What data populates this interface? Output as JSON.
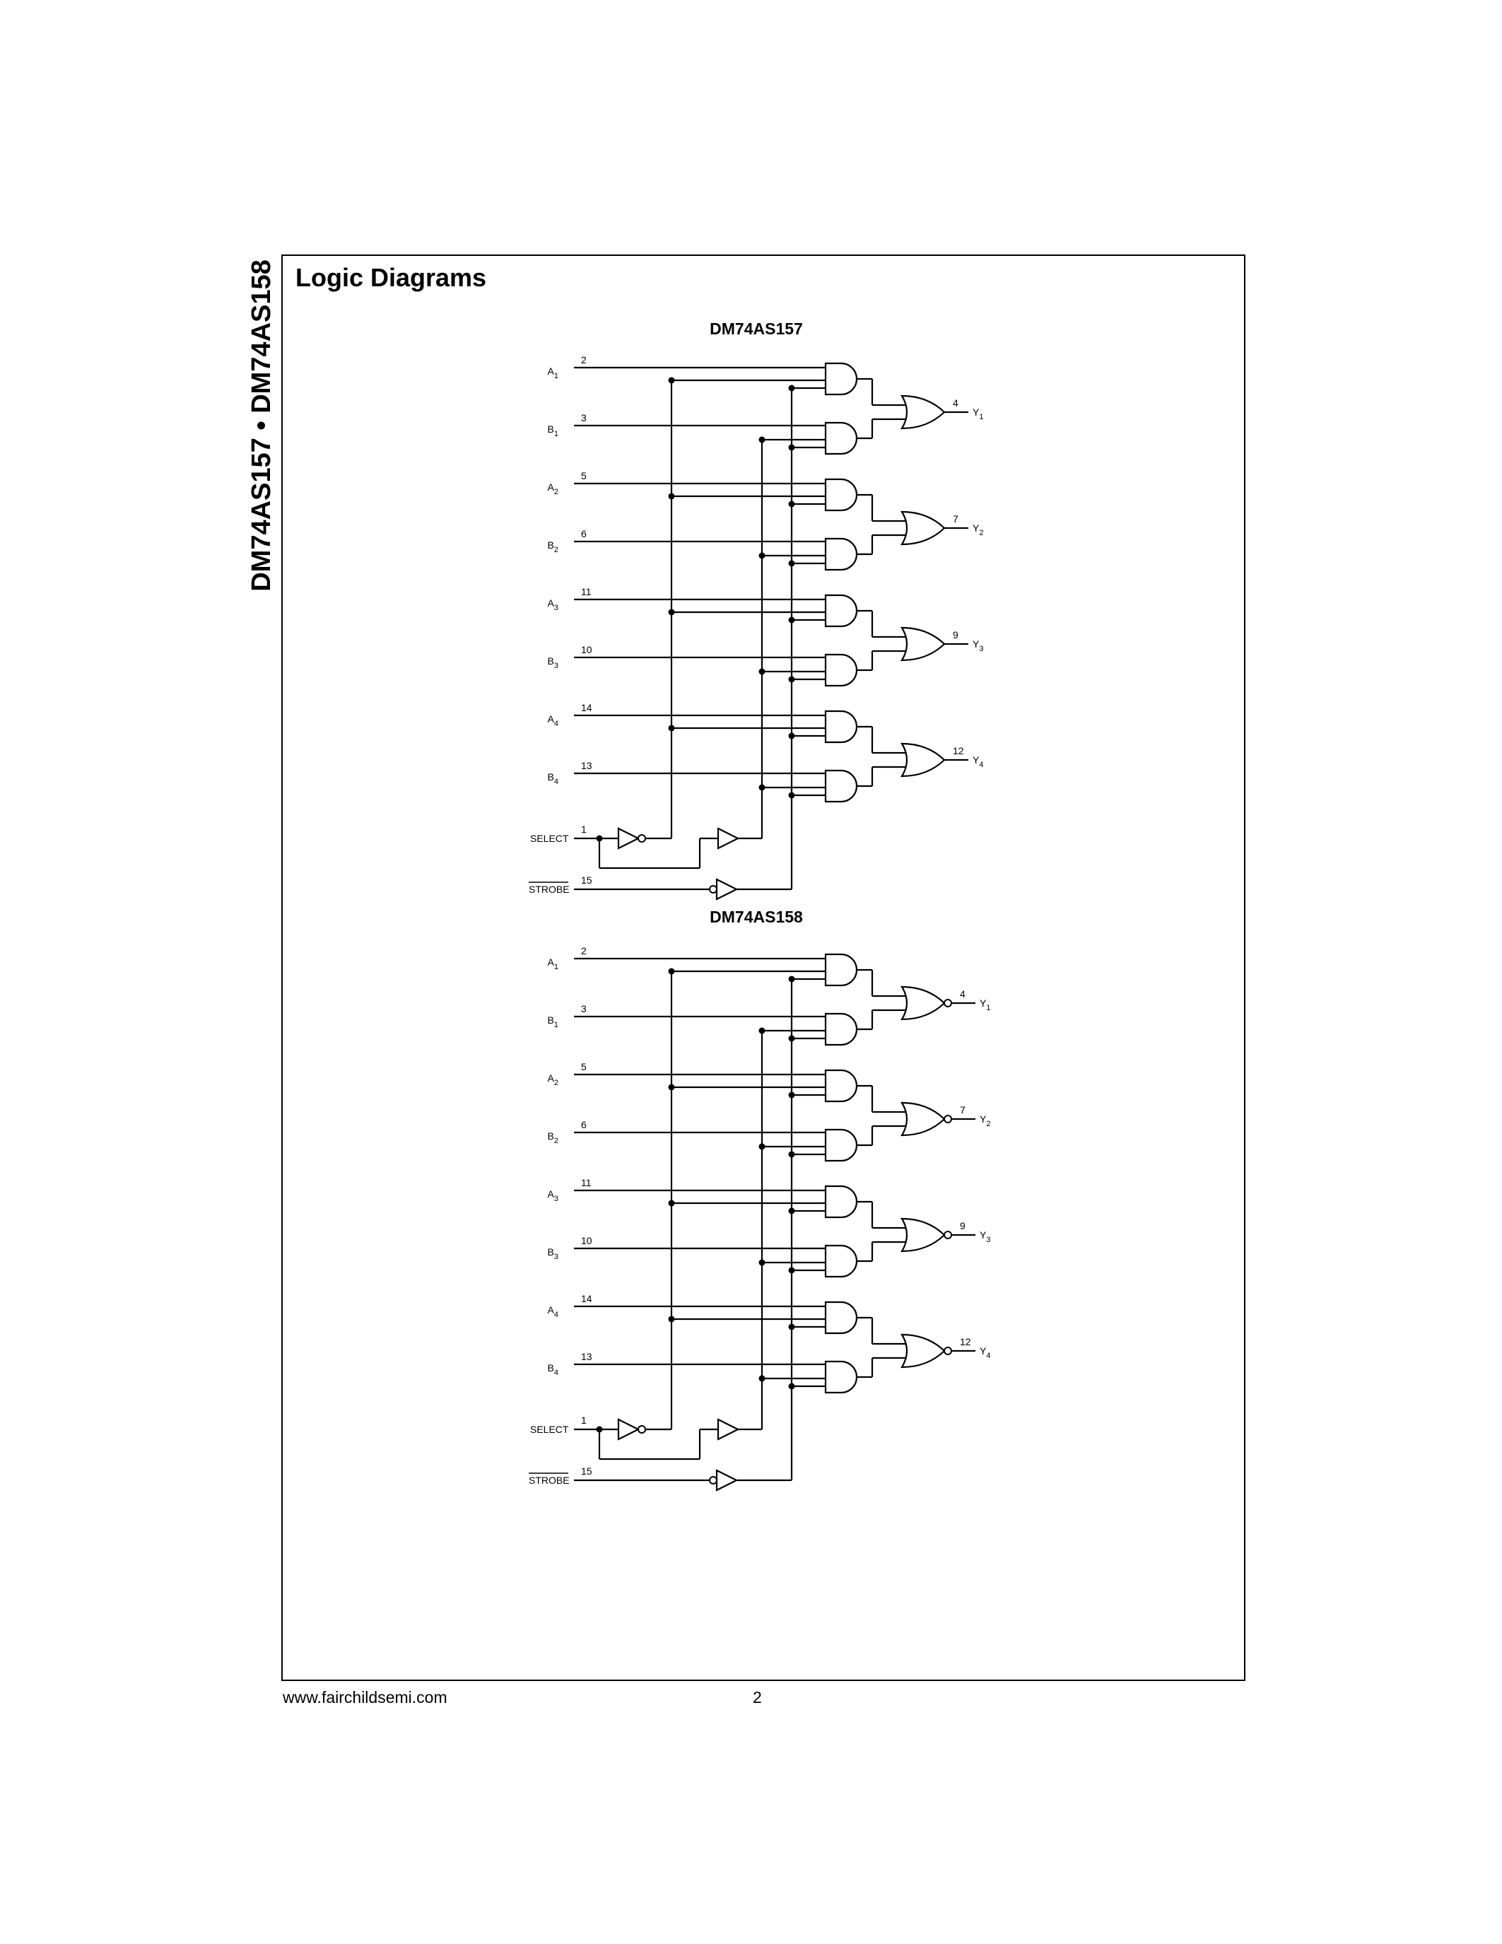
{
  "side_title": "DM74AS157 • DM74AS158",
  "section_title": "Logic Diagrams",
  "diagrams": [
    {
      "title": "DM74AS157",
      "inverting_outputs": false,
      "inputs": [
        {
          "name": "A",
          "sub": "1",
          "pin": "2"
        },
        {
          "name": "B",
          "sub": "1",
          "pin": "3"
        },
        {
          "name": "A",
          "sub": "2",
          "pin": "5"
        },
        {
          "name": "B",
          "sub": "2",
          "pin": "6"
        },
        {
          "name": "A",
          "sub": "3",
          "pin": "11"
        },
        {
          "name": "B",
          "sub": "3",
          "pin": "10"
        },
        {
          "name": "A",
          "sub": "4",
          "pin": "14"
        },
        {
          "name": "B",
          "sub": "4",
          "pin": "13"
        }
      ],
      "outputs": [
        {
          "name": "Y",
          "sub": "1",
          "pin": "4"
        },
        {
          "name": "Y",
          "sub": "2",
          "pin": "7"
        },
        {
          "name": "Y",
          "sub": "3",
          "pin": "9"
        },
        {
          "name": "Y",
          "sub": "4",
          "pin": "12"
        }
      ],
      "select": {
        "label": "SELECT",
        "pin": "1"
      },
      "strobe": {
        "label": "STROBE",
        "pin": "15"
      }
    },
    {
      "title": "DM74AS158",
      "inverting_outputs": true,
      "inputs": [
        {
          "name": "A",
          "sub": "1",
          "pin": "2"
        },
        {
          "name": "B",
          "sub": "1",
          "pin": "3"
        },
        {
          "name": "A",
          "sub": "2",
          "pin": "5"
        },
        {
          "name": "B",
          "sub": "2",
          "pin": "6"
        },
        {
          "name": "A",
          "sub": "3",
          "pin": "11"
        },
        {
          "name": "B",
          "sub": "3",
          "pin": "10"
        },
        {
          "name": "A",
          "sub": "4",
          "pin": "14"
        },
        {
          "name": "B",
          "sub": "4",
          "pin": "13"
        }
      ],
      "outputs": [
        {
          "name": "Y",
          "sub": "1",
          "pin": "4"
        },
        {
          "name": "Y",
          "sub": "2",
          "pin": "7"
        },
        {
          "name": "Y",
          "sub": "3",
          "pin": "9"
        },
        {
          "name": "Y",
          "sub": "4",
          "pin": "12"
        }
      ],
      "select": {
        "label": "SELECT",
        "pin": "1"
      },
      "strobe": {
        "label": "STROBE",
        "pin": "15"
      }
    }
  ],
  "footer": {
    "url": "www.fairchildsemi.com",
    "page": "2"
  }
}
